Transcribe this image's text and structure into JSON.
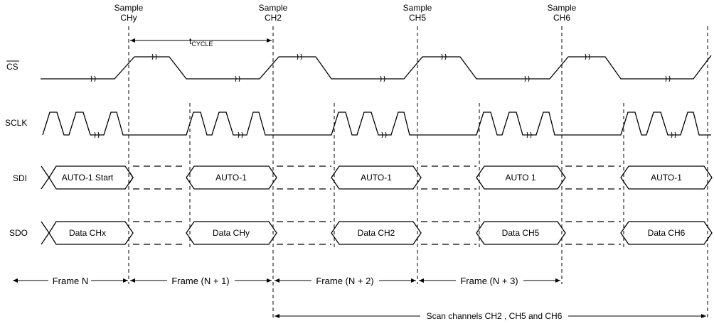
{
  "samples": [
    {
      "line1": "Sample",
      "line2": "CHy"
    },
    {
      "line1": "Sample",
      "line2": "CH2"
    },
    {
      "line1": "Sample",
      "line2": "CH5"
    },
    {
      "line1": "Sample",
      "line2": "CH6"
    }
  ],
  "tcycle": {
    "main": "t",
    "sub": "CYCLE"
  },
  "signals": {
    "cs": "CS",
    "sclk": "SCLK",
    "sdi": "SDI",
    "sdo": "SDO"
  },
  "sdi_cells": [
    "AUTO-1 Start",
    "AUTO-1",
    "AUTO-1",
    "AUTO 1",
    "AUTO-1"
  ],
  "sdo_cells": [
    "Data CHx",
    "Data CHy",
    "Data CH2",
    "Data CH5",
    "Data CH6"
  ],
  "frames": [
    "Frame N",
    "Frame (N + 1)",
    "Frame (N + 2)",
    "Frame (N + 3)"
  ],
  "scan_label": "Scan channels CH2 , CH5 and CH6"
}
